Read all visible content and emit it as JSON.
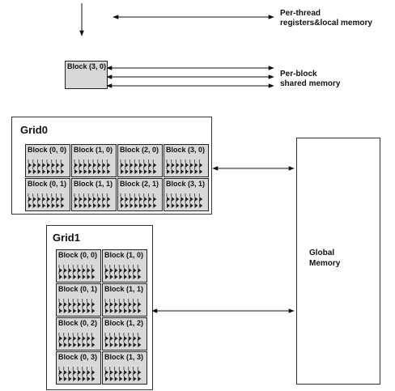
{
  "per_thread_label": "Per-thread\nregisters&local memory",
  "per_block_label": "Per-block\nshared memory",
  "global_memory_label": "Global\nMemory",
  "top_block_label": "Block (3, 0)",
  "grid0": {
    "title": "Grid0",
    "blocks": [
      "Block (0, 0)",
      "Block (1, 0)",
      "Block (2, 0)",
      "Block (3, 0)",
      "Block (0, 1)",
      "Block (1, 1)",
      "Block (2, 1)",
      "Block (3, 1)"
    ]
  },
  "grid1": {
    "title": "Grid1",
    "blocks": [
      "Block (0, 0)",
      "Block (1, 0)",
      "Block (0, 1)",
      "Block (1, 1)",
      "Block (0, 2)",
      "Block (1, 2)",
      "Block (0, 3)",
      "Block (1, 3)"
    ]
  }
}
